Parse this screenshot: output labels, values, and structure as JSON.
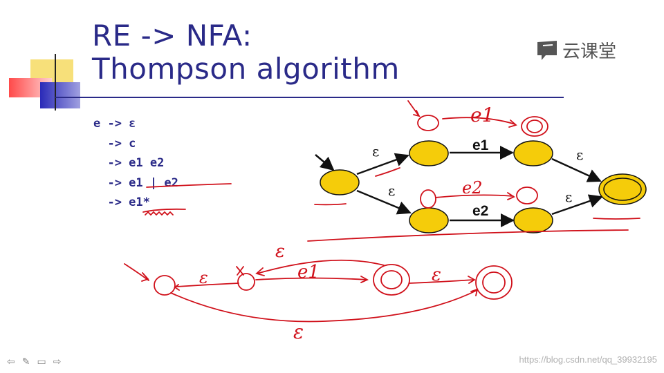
{
  "slide": {
    "title_line1": "RE -> NFA:",
    "title_line2": "Thompson algorithm"
  },
  "grammar": {
    "rows": [
      "e -> ε",
      "  -> c",
      "  -> e1 e2",
      "  -> e1 | e2",
      "  -> e1*"
    ]
  },
  "diagram": {
    "epsilon": "ε",
    "edge_e1": "e1",
    "edge_e2": "e2"
  },
  "annotations": {
    "epsilon": "ε",
    "e1": "e1",
    "e2": "e2"
  },
  "logo": {
    "text": "云课堂"
  },
  "watermark": "https://blog.csdn.net/qq_39932195",
  "nav": {
    "prev": "⇦",
    "pen": "✎",
    "menu": "▭",
    "next": "⇨"
  },
  "colors": {
    "title": "#2a2a88",
    "state_fill": "#f5cc0a",
    "annotation": "#d0101a"
  }
}
